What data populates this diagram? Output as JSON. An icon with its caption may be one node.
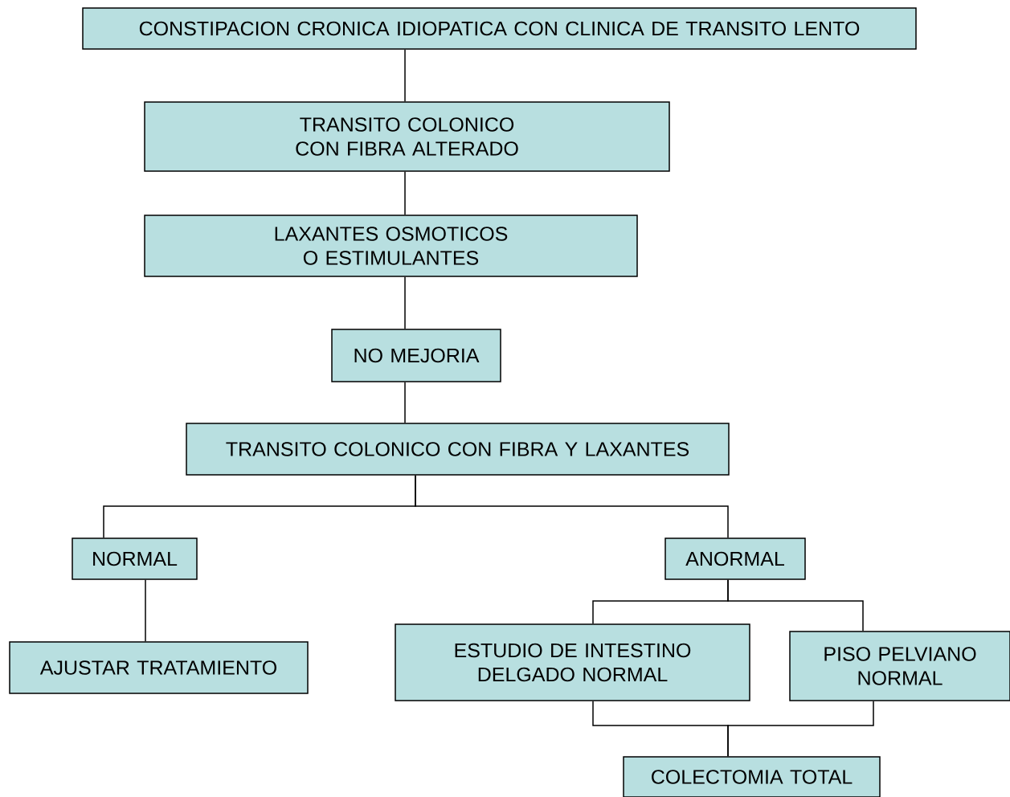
{
  "diagram": {
    "nodes": [
      {
        "text": [
          "CONSTIPACION CRONICA IDIOPATICA CON CLINICA DE TRANSITO LENTO"
        ]
      },
      {
        "text": [
          "TRANSITO COLONICO CON FIBRA ALTERADO"
        ]
      },
      {
        "text": [
          "LAXANTES OSMOTICOS O ESTIMULANTES"
        ]
      },
      {
        "text": [
          "NO MEJORIA"
        ]
      },
      {
        "text": [
          "TRANSITO COLONICO CON FIBRA Y LAXANTES"
        ]
      },
      {
        "text": [
          "NORMAL"
        ]
      },
      {
        "text": [
          "ANORMAL"
        ]
      },
      {
        "text": [
          "AJUSTAR TRATAMIENTO"
        ]
      },
      {
        "text": [
          "ESTUDIO DE INTESTINO DELGADO NORMAL"
        ]
      },
      {
        "text": [
          "PISO PELVIANO NORMAL"
        ]
      },
      {
        "text": [
          "COLECTOMIA TOTAL"
        ]
      }
    ],
    "edges": [
      {
        "from": 0,
        "to": 1,
        "arrow": "none"
      },
      {
        "from": 1,
        "to": 2,
        "arrow": "none"
      },
      {
        "from": 2,
        "to": 3,
        "arrow": "none"
      },
      {
        "from": 3,
        "to": 4,
        "arrow": "none"
      },
      {
        "from": 4,
        "to": 5,
        "arrow": "none"
      },
      {
        "from": 4,
        "to": 6,
        "arrow": "none"
      },
      {
        "from": 5,
        "to": 7,
        "arrow": "none"
      },
      {
        "from": 6,
        "to": 8,
        "arrow": "none"
      },
      {
        "from": 6,
        "to": 9,
        "arrow": "none"
      },
      {
        "from": 8,
        "to": 10,
        "arrow": "none"
      },
      {
        "from": 9,
        "to": 10,
        "arrow": "none"
      }
    ]
  }
}
